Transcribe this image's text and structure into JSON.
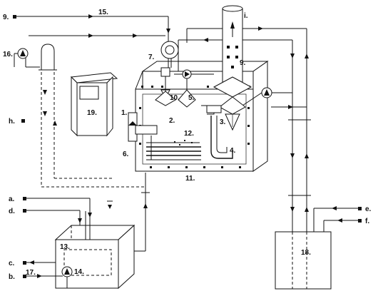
{
  "labels": {
    "l9a": "9.",
    "l15": "15.",
    "li": "i.",
    "l16": "16.",
    "l7": "7.",
    "l9b": "9.",
    "l10": "10.",
    "l5": "5.",
    "l19": "19.",
    "l1": "1.",
    "l2": "2.",
    "l12": "12.",
    "l3": "3.",
    "l4": "4.",
    "l6": "6.",
    "l11": "11.",
    "lh": "h.",
    "la": "a.",
    "ld": "d.",
    "le": "e.",
    "lf": "f.",
    "l13": "13.",
    "l14": "14.",
    "lc": "c.",
    "lb": "b.",
    "l17": "17.",
    "l18": "18."
  }
}
